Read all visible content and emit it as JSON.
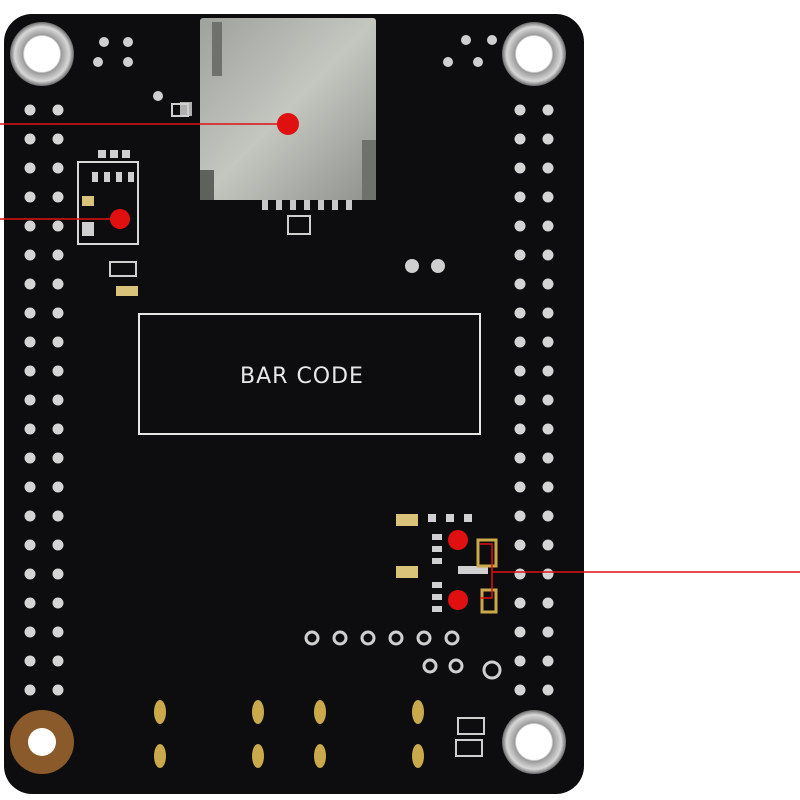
{
  "image": {
    "board_color": "#0d0d0f",
    "silkscreen_color": "#e6e6e6",
    "pad_color": "#b8b8b8",
    "gold_color": "#c9a94a",
    "marker_color": "#e01010"
  },
  "board": {
    "silkscreen_label": "BAR CODE"
  },
  "callouts": [
    {
      "name": "sd-card-slot-callout"
    },
    {
      "name": "chip-callout"
    },
    {
      "name": "connector-callout"
    }
  ]
}
